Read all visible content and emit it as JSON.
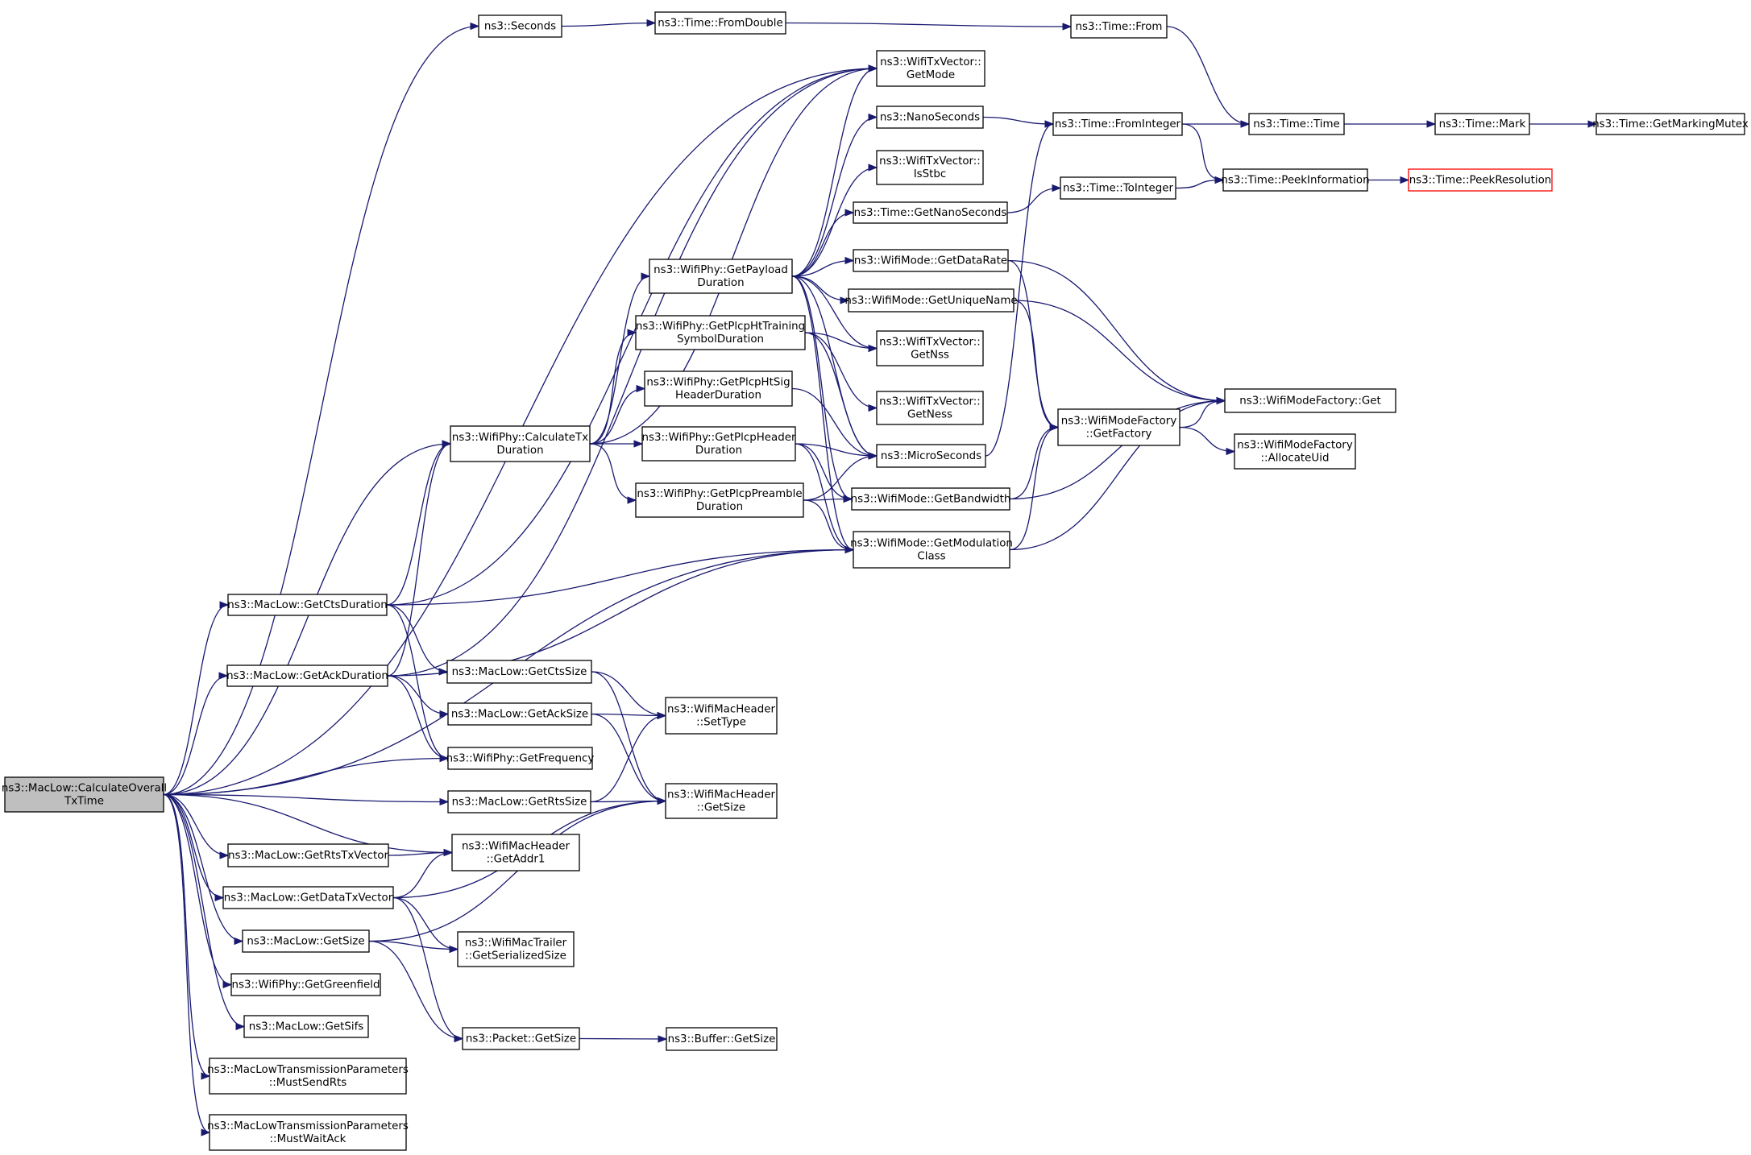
{
  "colors": {
    "edge": "#191970",
    "root_fill": "#bfbfbf",
    "node_border": "#000000",
    "truncated_border": "#ff0000"
  },
  "nodes": [
    {
      "id": "root",
      "lines": [
        "ns3::MacLow::CalculateOverall",
        "TxTime"
      ]
    },
    {
      "id": "seconds",
      "lines": [
        "ns3::Seconds"
      ]
    },
    {
      "id": "fromdouble",
      "lines": [
        "ns3::Time::FromDouble"
      ]
    },
    {
      "id": "from",
      "lines": [
        "ns3::Time::From"
      ]
    },
    {
      "id": "getmode",
      "lines": [
        "ns3::WifiTxVector::",
        "GetMode"
      ]
    },
    {
      "id": "nanoseconds",
      "lines": [
        "ns3::NanoSeconds"
      ]
    },
    {
      "id": "fromint",
      "lines": [
        "ns3::Time::FromInteger"
      ]
    },
    {
      "id": "timetime",
      "lines": [
        "ns3::Time::Time"
      ]
    },
    {
      "id": "mark",
      "lines": [
        "ns3::Time::Mark"
      ]
    },
    {
      "id": "markmutex",
      "lines": [
        "ns3::Time::GetMarkingMutex"
      ]
    },
    {
      "id": "isstbc",
      "lines": [
        "ns3::WifiTxVector::",
        "IsStbc"
      ]
    },
    {
      "id": "toint",
      "lines": [
        "ns3::Time::ToInteger"
      ]
    },
    {
      "id": "peekinfo",
      "lines": [
        "ns3::Time::PeekInformation"
      ]
    },
    {
      "id": "peekres",
      "lines": [
        "ns3::Time::PeekResolution"
      ]
    },
    {
      "id": "getnano",
      "lines": [
        "ns3::Time::GetNanoSeconds"
      ]
    },
    {
      "id": "payload",
      "lines": [
        "ns3::WifiPhy::GetPayload",
        "Duration"
      ]
    },
    {
      "id": "datarate",
      "lines": [
        "ns3::WifiMode::GetDataRate"
      ]
    },
    {
      "id": "uniquename",
      "lines": [
        "ns3::WifiMode::GetUniqueName"
      ]
    },
    {
      "id": "httrain",
      "lines": [
        "ns3::WifiPhy::GetPlcpHtTraining",
        "SymbolDuration"
      ]
    },
    {
      "id": "getnss",
      "lines": [
        "ns3::WifiTxVector::",
        "GetNss"
      ]
    },
    {
      "id": "htsig",
      "lines": [
        "ns3::WifiPhy::GetPlcpHtSig",
        "HeaderDuration"
      ]
    },
    {
      "id": "getness",
      "lines": [
        "ns3::WifiTxVector::",
        "GetNess"
      ]
    },
    {
      "id": "factory",
      "lines": [
        "ns3::WifiModeFactory",
        "::GetFactory"
      ]
    },
    {
      "id": "factoryget",
      "lines": [
        "ns3::WifiModeFactory::Get"
      ]
    },
    {
      "id": "allocuid",
      "lines": [
        "ns3::WifiModeFactory",
        "::AllocateUid"
      ]
    },
    {
      "id": "calctx",
      "lines": [
        "ns3::WifiPhy::CalculateTx",
        "Duration"
      ]
    },
    {
      "id": "plcphdr",
      "lines": [
        "ns3::WifiPhy::GetPlcpHeader",
        "Duration"
      ]
    },
    {
      "id": "micro",
      "lines": [
        "ns3::MicroSeconds"
      ]
    },
    {
      "id": "preamble",
      "lines": [
        "ns3::WifiPhy::GetPlcpPreamble",
        "Duration"
      ]
    },
    {
      "id": "bandwidth",
      "lines": [
        "ns3::WifiMode::GetBandwidth"
      ]
    },
    {
      "id": "modclass",
      "lines": [
        "ns3::WifiMode::GetModulation",
        "Class"
      ]
    },
    {
      "id": "ctsdur",
      "lines": [
        "ns3::MacLow::GetCtsDuration"
      ]
    },
    {
      "id": "ackdur",
      "lines": [
        "ns3::MacLow::GetAckDuration"
      ]
    },
    {
      "id": "ctssize",
      "lines": [
        "ns3::MacLow::GetCtsSize"
      ]
    },
    {
      "id": "acksize",
      "lines": [
        "ns3::MacLow::GetAckSize"
      ]
    },
    {
      "id": "settype",
      "lines": [
        "ns3::WifiMacHeader",
        "::SetType"
      ]
    },
    {
      "id": "freq",
      "lines": [
        "ns3::WifiPhy::GetFrequency"
      ]
    },
    {
      "id": "rtssize",
      "lines": [
        "ns3::MacLow::GetRtsSize"
      ]
    },
    {
      "id": "hdrsize",
      "lines": [
        "ns3::WifiMacHeader",
        "::GetSize"
      ]
    },
    {
      "id": "rtstx",
      "lines": [
        "ns3::MacLow::GetRtsTxVector"
      ]
    },
    {
      "id": "addr1",
      "lines": [
        "ns3::WifiMacHeader",
        "::GetAddr1"
      ]
    },
    {
      "id": "datatx",
      "lines": [
        "ns3::MacLow::GetDataTxVector"
      ]
    },
    {
      "id": "mlsize",
      "lines": [
        "ns3::MacLow::GetSize"
      ]
    },
    {
      "id": "trailer",
      "lines": [
        "ns3::WifiMacTrailer",
        "::GetSerializedSize"
      ]
    },
    {
      "id": "greenfield",
      "lines": [
        "ns3::WifiPhy::GetGreenfield"
      ]
    },
    {
      "id": "sifs",
      "lines": [
        "ns3::MacLow::GetSifs"
      ]
    },
    {
      "id": "pktsize",
      "lines": [
        "ns3::Packet::GetSize"
      ]
    },
    {
      "id": "bufsize",
      "lines": [
        "ns3::Buffer::GetSize"
      ]
    },
    {
      "id": "sendrts",
      "lines": [
        "ns3::MacLowTransmissionParameters",
        "::MustSendRts"
      ]
    },
    {
      "id": "waitack",
      "lines": [
        "ns3::MacLowTransmissionParameters",
        "::MustWaitAck"
      ]
    }
  ],
  "edges": [
    [
      "root",
      "seconds"
    ],
    [
      "root",
      "getmode"
    ],
    [
      "root",
      "calctx"
    ],
    [
      "root",
      "modclass"
    ],
    [
      "root",
      "ctsdur"
    ],
    [
      "root",
      "ackdur"
    ],
    [
      "root",
      "freq"
    ],
    [
      "root",
      "rtssize"
    ],
    [
      "root",
      "addr1"
    ],
    [
      "root",
      "rtstx"
    ],
    [
      "root",
      "datatx"
    ],
    [
      "root",
      "mlsize"
    ],
    [
      "root",
      "greenfield"
    ],
    [
      "root",
      "sifs"
    ],
    [
      "root",
      "sendrts"
    ],
    [
      "root",
      "waitack"
    ],
    [
      "seconds",
      "fromdouble"
    ],
    [
      "fromdouble",
      "from"
    ],
    [
      "from",
      "timetime"
    ],
    [
      "nanoseconds",
      "fromint"
    ],
    [
      "fromint",
      "timetime"
    ],
    [
      "fromint",
      "peekinfo"
    ],
    [
      "timetime",
      "mark"
    ],
    [
      "mark",
      "markmutex"
    ],
    [
      "toint",
      "peekinfo"
    ],
    [
      "peekinfo",
      "peekres"
    ],
    [
      "getnano",
      "toint"
    ],
    [
      "micro",
      "fromint"
    ],
    [
      "payload",
      "getmode"
    ],
    [
      "payload",
      "nanoseconds"
    ],
    [
      "payload",
      "isstbc"
    ],
    [
      "payload",
      "getnano"
    ],
    [
      "payload",
      "datarate"
    ],
    [
      "payload",
      "uniquename"
    ],
    [
      "payload",
      "getnss"
    ],
    [
      "payload",
      "micro"
    ],
    [
      "payload",
      "bandwidth"
    ],
    [
      "payload",
      "modclass"
    ],
    [
      "httrain",
      "getnss"
    ],
    [
      "httrain",
      "getness"
    ],
    [
      "httrain",
      "micro"
    ],
    [
      "htsig",
      "micro"
    ],
    [
      "plcphdr",
      "micro"
    ],
    [
      "plcphdr",
      "bandwidth"
    ],
    [
      "plcphdr",
      "modclass"
    ],
    [
      "preamble",
      "micro"
    ],
    [
      "preamble",
      "bandwidth"
    ],
    [
      "preamble",
      "modclass"
    ],
    [
      "datarate",
      "factory"
    ],
    [
      "datarate",
      "factoryget"
    ],
    [
      "uniquename",
      "factory"
    ],
    [
      "uniquename",
      "factoryget"
    ],
    [
      "bandwidth",
      "factory"
    ],
    [
      "bandwidth",
      "factoryget"
    ],
    [
      "modclass",
      "factory"
    ],
    [
      "modclass",
      "factoryget"
    ],
    [
      "factory",
      "factoryget"
    ],
    [
      "factory",
      "allocuid"
    ],
    [
      "calctx",
      "getmode"
    ],
    [
      "calctx",
      "payload"
    ],
    [
      "calctx",
      "httrain"
    ],
    [
      "calctx",
      "htsig"
    ],
    [
      "calctx",
      "plcphdr"
    ],
    [
      "calctx",
      "preamble"
    ],
    [
      "ctsdur",
      "getmode"
    ],
    [
      "ctsdur",
      "calctx"
    ],
    [
      "ctsdur",
      "modclass"
    ],
    [
      "ctsdur",
      "ctssize"
    ],
    [
      "ctsdur",
      "freq"
    ],
    [
      "ackdur",
      "getmode"
    ],
    [
      "ackdur",
      "calctx"
    ],
    [
      "ackdur",
      "modclass"
    ],
    [
      "ackdur",
      "acksize"
    ],
    [
      "ackdur",
      "freq"
    ],
    [
      "ctssize",
      "settype"
    ],
    [
      "ctssize",
      "hdrsize"
    ],
    [
      "acksize",
      "settype"
    ],
    [
      "acksize",
      "hdrsize"
    ],
    [
      "rtssize",
      "settype"
    ],
    [
      "rtssize",
      "hdrsize"
    ],
    [
      "rtstx",
      "addr1"
    ],
    [
      "datatx",
      "addr1"
    ],
    [
      "datatx",
      "hdrsize"
    ],
    [
      "datatx",
      "trailer"
    ],
    [
      "datatx",
      "pktsize"
    ],
    [
      "mlsize",
      "trailer"
    ],
    [
      "mlsize",
      "hdrsize"
    ],
    [
      "mlsize",
      "pktsize"
    ],
    [
      "pktsize",
      "bufsize"
    ]
  ]
}
